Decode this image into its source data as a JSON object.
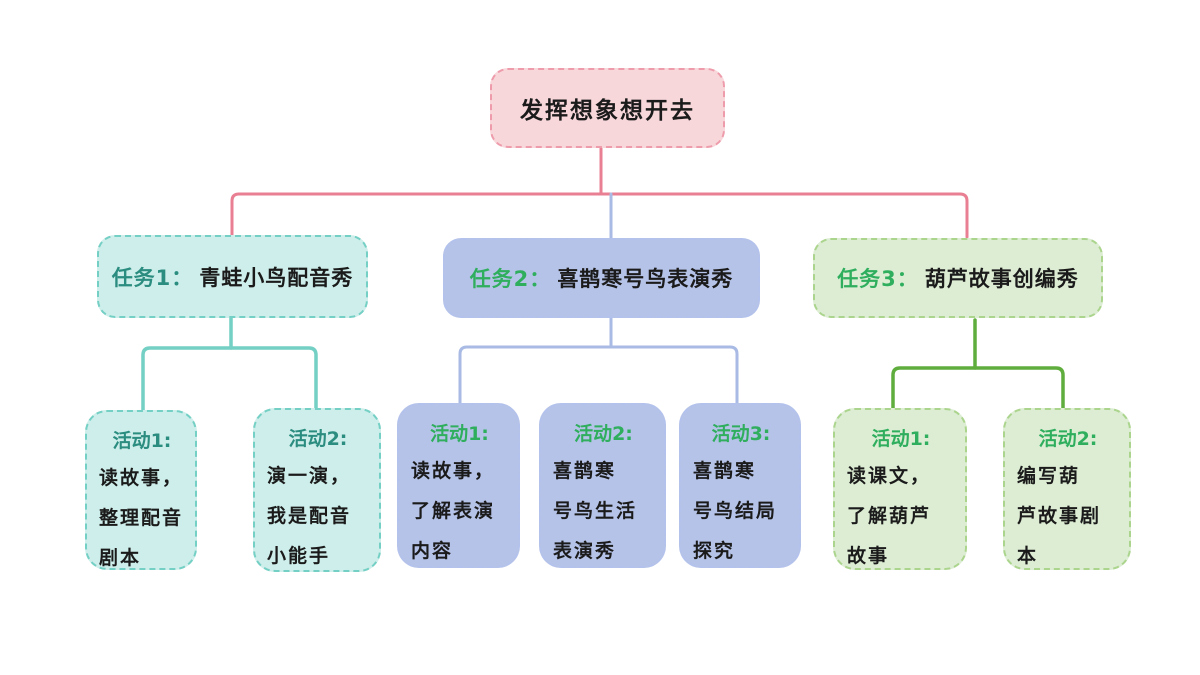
{
  "root": {
    "label": "发挥想象想开去"
  },
  "tasks": [
    {
      "label": "任务1：",
      "title": "青蛙小鸟配音秀",
      "color_scheme": {
        "fill": "#cdeeea",
        "border": "#74cfc4",
        "label_text": "#2b8c80",
        "line": "#74cfc4"
      },
      "activities": [
        {
          "label": "活动1:",
          "text": "读故事，\n整理配音\n剧本"
        },
        {
          "label": "活动2:",
          "text": "演一演，\n我是配音\n小能手"
        }
      ]
    },
    {
      "label": "任务2：",
      "title": "喜鹊寒号鸟表演秀",
      "color_scheme": {
        "fill": "#b6c3e8",
        "border": "#b3c2ec",
        "label_text": "#2fae5e",
        "line": "#a9bae4"
      },
      "activities": [
        {
          "label": "活动1:",
          "text": "读故事，\n了解表演\n内容"
        },
        {
          "label": "活动2:",
          "text": "喜鹊寒\n号鸟生活\n表演秀"
        },
        {
          "label": "活动3:",
          "text": "喜鹊寒\n号鸟结局\n探究"
        }
      ]
    },
    {
      "label": "任务3：",
      "title": "葫芦故事创编秀",
      "color_scheme": {
        "fill": "#dcedd3",
        "border": "#abd48d",
        "label_text": "#2fae5e",
        "line": "#5fae3d"
      },
      "activities": [
        {
          "label": "活动1:",
          "text": "读课文，\n了解葫芦\n故事"
        },
        {
          "label": "活动2:",
          "text": "编写葫\n芦故事剧\n本"
        }
      ]
    }
  ],
  "palette": {
    "root_fill": "#f8d7db",
    "root_border": "#ee9cab",
    "root_line": "#e87f92",
    "background": "#ffffff",
    "text": "#1b1b1b"
  }
}
